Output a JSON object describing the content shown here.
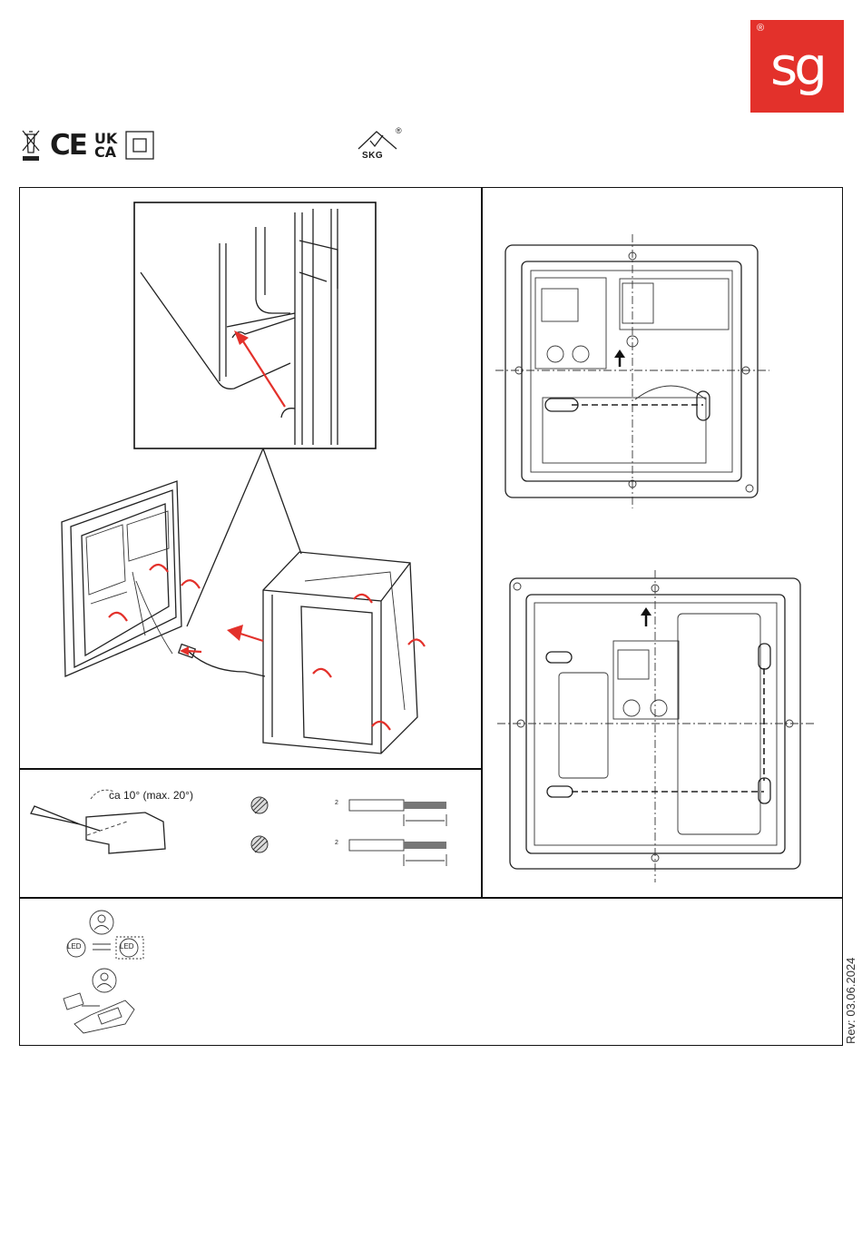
{
  "brand": {
    "logo_text": "sg",
    "registered_mark": "®"
  },
  "certifications": {
    "weee_icon": "crossed-out-wheelie-bin-icon",
    "ce_text": "CE",
    "ukca_text": [
      "UK",
      "CA"
    ],
    "class2_icon": "double-square-icon",
    "skg_text": "SKG",
    "skg_registered": "®"
  },
  "wiring": {
    "angle_label": "ca 10° (max. 20°)",
    "strip_left_marker": "2",
    "strip_left_marker_2": "2"
  },
  "service_icons": {
    "led_label": "LED",
    "led_label_2": "LED"
  },
  "revision": "Rev: 03.06.2024",
  "colors": {
    "brand_red": "#e3312b",
    "line": "#222222"
  }
}
